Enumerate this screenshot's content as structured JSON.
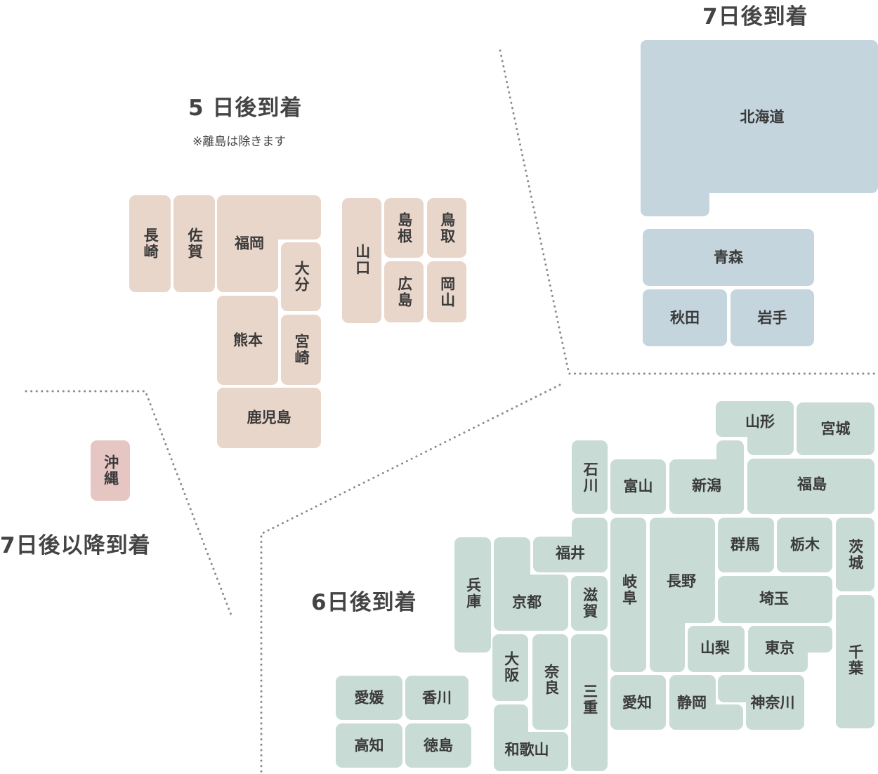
{
  "zones": {
    "d5": {
      "title": "5 日後到着",
      "note": "※離島は除きます",
      "color": "#e9d6ca"
    },
    "d6": {
      "title": "6日後到着",
      "color": "#c9dbd5"
    },
    "d7": {
      "title": "7日後到着",
      "color": "#c5d5de"
    },
    "d7plus": {
      "title": "7日後以降到着",
      "color": "#e5c6c2"
    }
  },
  "prefectures": {
    "nagasaki": "長崎",
    "saga": "佐賀",
    "fukuoka": "福岡",
    "oita": "大分",
    "kumamoto": "熊本",
    "miyazaki": "宮崎",
    "kagoshima": "鹿児島",
    "yamaguchi": "山口",
    "shimane": "島根",
    "tottori": "鳥取",
    "hiroshima": "広島",
    "okayama": "岡山",
    "okinawa": "沖縄",
    "hokkaido": "北海道",
    "aomori": "青森",
    "akita": "秋田",
    "iwate": "岩手",
    "yamagata": "山形",
    "miyagi": "宮城",
    "ishikawa": "石川",
    "toyama": "富山",
    "niigata": "新潟",
    "fukushima": "福島",
    "fukui": "福井",
    "hyogo": "兵庫",
    "kyoto": "京都",
    "shiga": "滋賀",
    "gifu": "岐阜",
    "nagano": "長野",
    "gunma": "群馬",
    "tochigi": "栃木",
    "ibaraki": "茨城",
    "saitama": "埼玉",
    "yamanashi": "山梨",
    "tokyo": "東京",
    "chiba": "千葉",
    "osaka": "大阪",
    "nara": "奈良",
    "mie": "三重",
    "wakayama": "和歌山",
    "aichi": "愛知",
    "shizuoka": "静岡",
    "kanagawa": "神奈川",
    "ehime": "愛媛",
    "kagawa": "香川",
    "kochi": "高知",
    "tokushima": "徳島"
  }
}
